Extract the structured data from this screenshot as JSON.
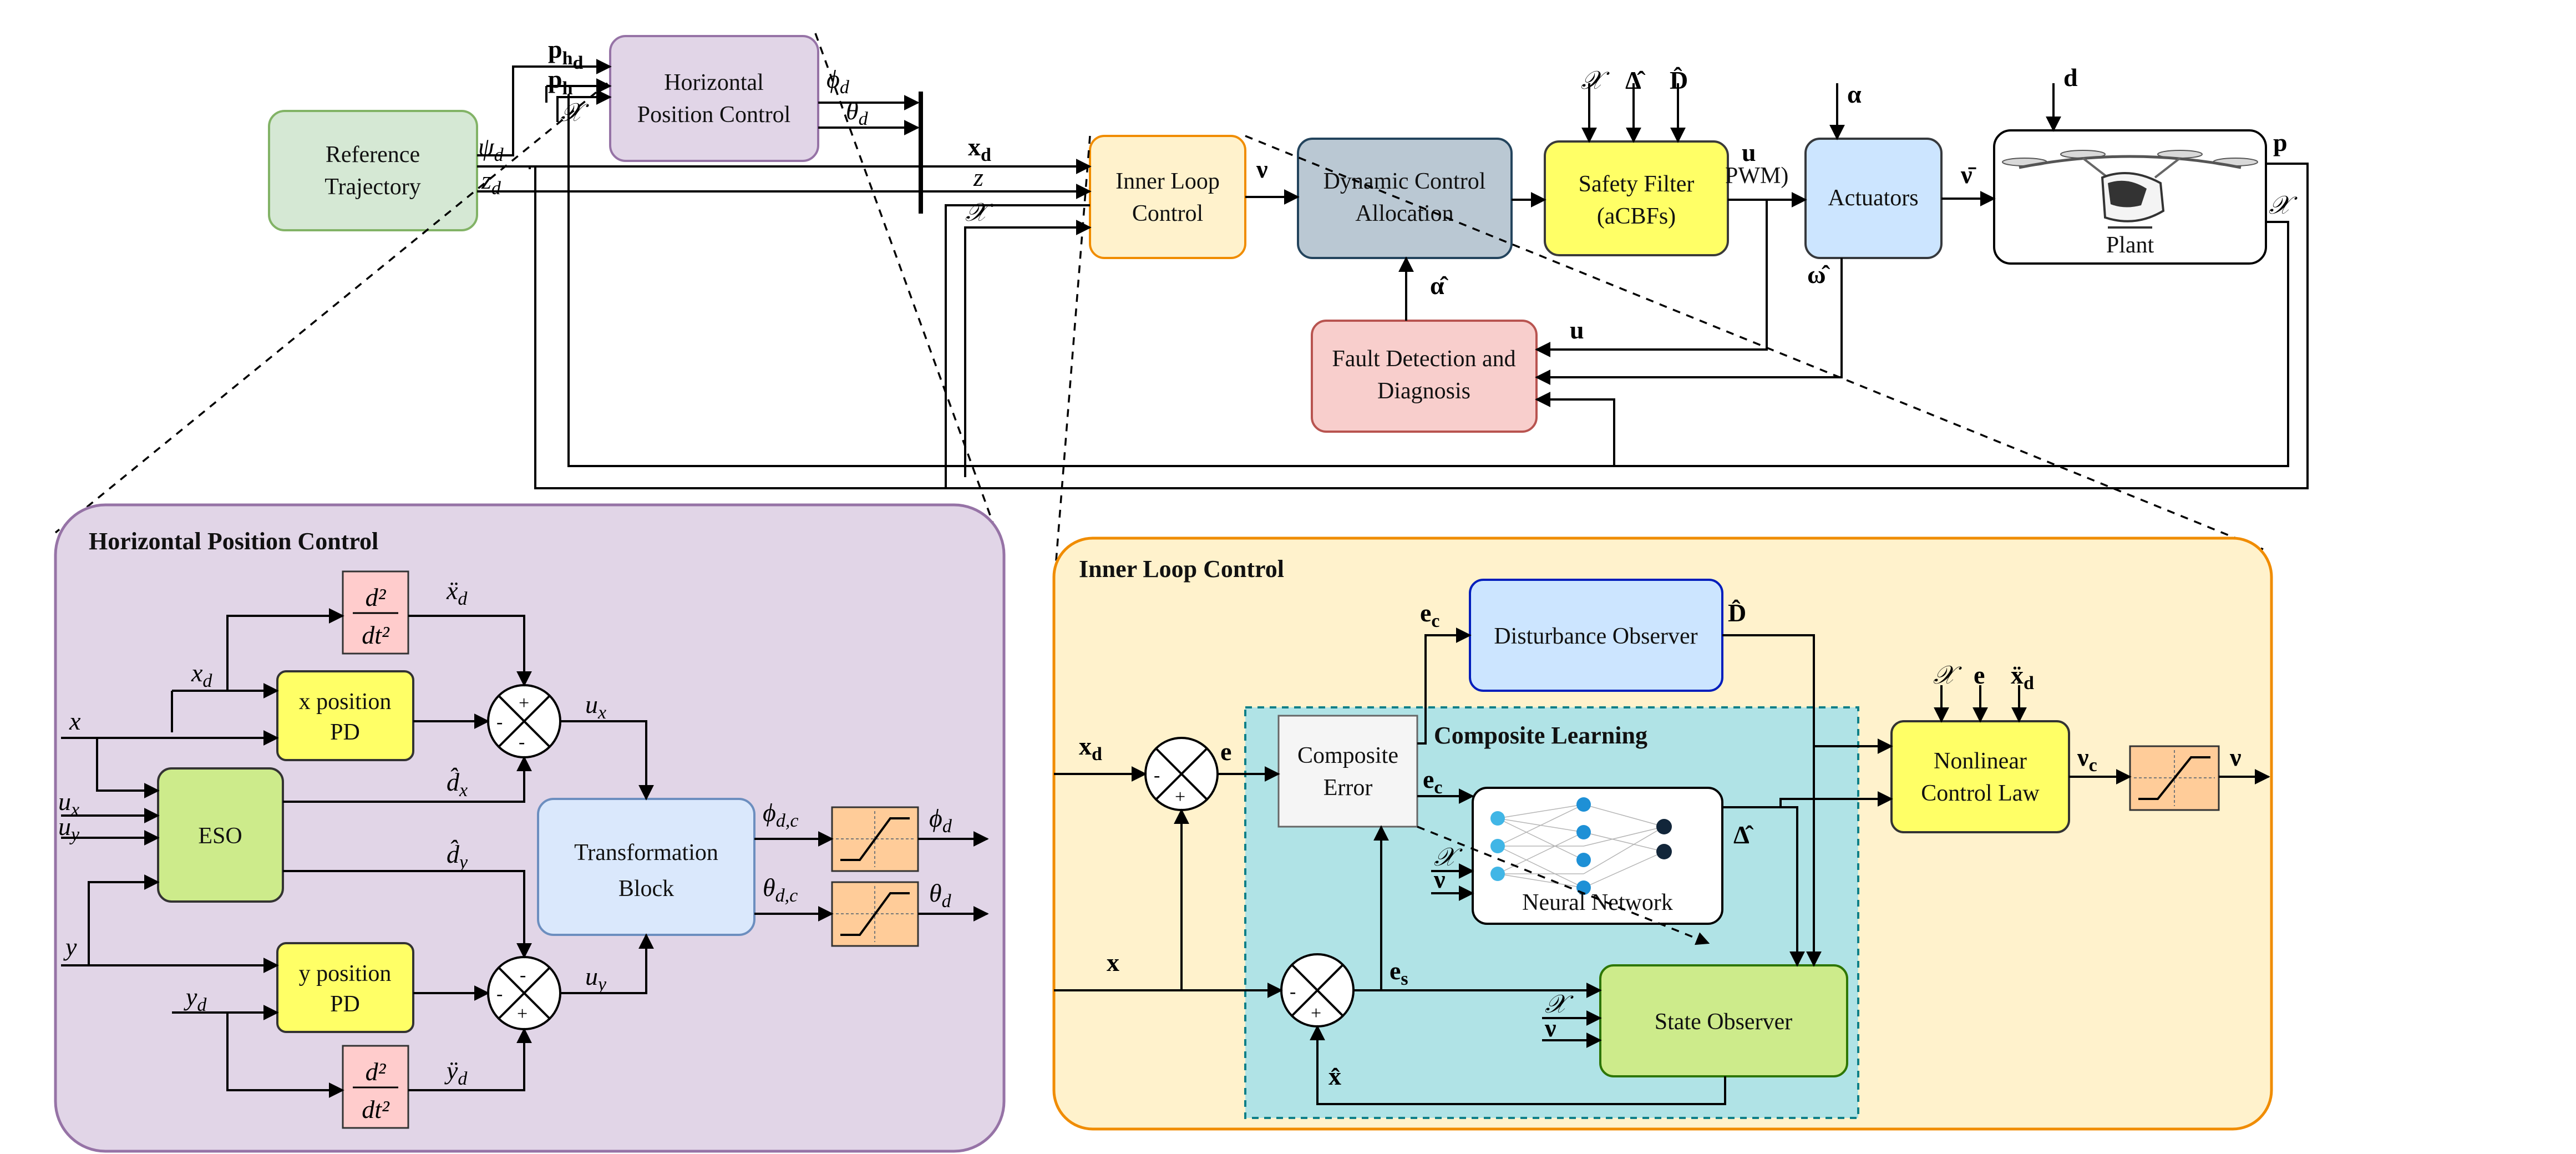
{
  "colors": {
    "reference": "#d5e8d4",
    "reference_stroke": "#82b366",
    "horizontal": "#e1d5e7",
    "horizontal_stroke": "#9673a6",
    "inner": "#fff2cc",
    "inner_stroke": "#f08c00",
    "dca": "#bac8d3",
    "dca_stroke": "#23445d",
    "safety": "#ffff66",
    "safety_stroke": "#3a3a3a",
    "actuator": "#cce5ff",
    "actuator_stroke": "#36393d",
    "fault": "#f8cecc",
    "fault_stroke": "#b85450",
    "composite": "#b0e3e6",
    "composite_stroke": "#0e8088",
    "disturbance": "#cce5ff",
    "disturbance_stroke": "#001dbc",
    "state": "#cdeb8b",
    "state_stroke": "#2d7600",
    "eso": "#cdeb8b",
    "saturation": "#ffcc99",
    "deriv": "#ffcccc"
  },
  "top": {
    "reference": [
      "Reference",
      "Trajectory"
    ],
    "horizontal": [
      "Horizontal",
      "Position Control"
    ],
    "inner": [
      "Inner Loop",
      "Control"
    ],
    "dca": [
      "Dynamic Control",
      "Allocation"
    ],
    "safety": [
      "Safety Filter",
      "(aCBFs)"
    ],
    "actuators": "Actuators",
    "plant": "Plant",
    "fault": [
      "Fault Detection and",
      "Diagnosis"
    ],
    "pwm": "PWM)"
  },
  "hpc": {
    "title": "Horizontal Position Control",
    "x_pd": [
      "x position",
      "PD"
    ],
    "y_pd": [
      "y position",
      "PD"
    ],
    "eso": "ESO",
    "transform": [
      "Transformation",
      "Block"
    ]
  },
  "ilc": {
    "title": "Inner Loop Control",
    "composite_learning": "Composite Learning",
    "composite_error": [
      "Composite",
      "Error"
    ],
    "disturbance_observer": "Disturbance Observer",
    "neural_network": "Neural Network",
    "state_observer": "State Observer",
    "nonlinear": [
      "Nonlinear",
      "Control Law"
    ]
  },
  "signals": {
    "p_hd": "p",
    "p_h": "p",
    "psi_d": "ψ",
    "z_d": "z",
    "phi_d": "ϕ",
    "theta_d": "θ",
    "x_d": "x",
    "z": "z",
    "chi": "𝒳",
    "nu": "ν",
    "u": "u",
    "nu_bar": "ν̄",
    "omega_hat": "ω̂",
    "alpha": "α",
    "alpha_hat": "α̂",
    "d": "d",
    "p": "p",
    "delta_hat": "Δ̂",
    "D_hat": "D̂",
    "e": "e",
    "e_c": "e",
    "e_s": "e",
    "x": "x",
    "x_hat": "x̂",
    "nu_c": "ν",
    "xdd_d": "ẍ",
    "ydd_d": "ÿ",
    "dx_hat": "d̂",
    "dy_hat": "d̂",
    "u_x": "u",
    "u_y": "u",
    "y": "y",
    "y_d": "y",
    "x_in": "x",
    "phi_dc": "ϕ",
    "theta_dc": "θ"
  }
}
